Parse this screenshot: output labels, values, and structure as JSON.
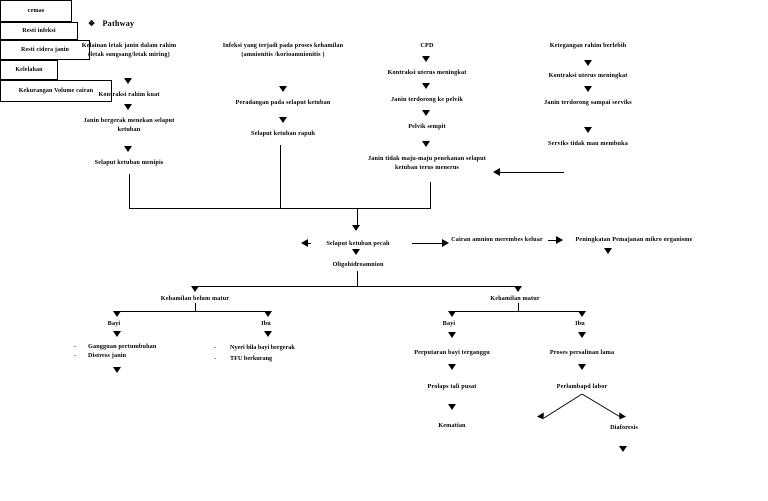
{
  "page": {
    "title": "Pathway",
    "bullet_glyph": "❖"
  },
  "columns": {
    "col1": {
      "n1": "Kelainan letak janin dalam rahim\n(letak sungsang/letak miring)",
      "n2": "Kontraksi rahim kuat",
      "n3": "Janin bergerak menekan selaput ketuban",
      "n4": "Selaput ketuban menipis"
    },
    "col2": {
      "n1": "Infeksi yang terjadi pada proses kehamilan\n(amnionitis /korioamnionitis )",
      "n2": "Peradangan pada selaput ketuban",
      "n3": "Selaput ketuban rapuh"
    },
    "col3": {
      "n1": "CPD",
      "n2": "Kontraksi uterus meningkat",
      "n3": "Janin terdorong ke pelvik",
      "n4": "Pelvik sempit",
      "n5": "Janin tidak maju-maju penekanan selaput ketuban terus menerus"
    },
    "col4": {
      "n1": "Ketegangan rahim berlebih",
      "n2": "Kontraksi uterus meningkat",
      "n3": "Janin terdorong sampai serviks",
      "n4": "Serviks tidak mau membuka"
    }
  },
  "middle": {
    "cemas": "cemas",
    "ketuban_pecah": "Selaput ketuban pecah",
    "oligohidroamnion": "Oligohidroamnion",
    "cairan_merembes": "Cairan amnion merembes keluar",
    "pemajanan": "Peningkatan Pemajanan mikro organisme",
    "resti_infeksi": "Resti infeksi"
  },
  "branches": {
    "belum_matur": "Kehamilan belum matur",
    "matur": "Kehamilan matur",
    "bayi_left": "Bayi",
    "ibu_left": "Ibu",
    "bayi_right": "Bayi",
    "ibu_right": "Ibu"
  },
  "left_branch": {
    "bayi_effect_line1": "Gangguan pertumbuhan",
    "bayi_effect_line2": "Distress janin",
    "resti_cidera": "Resti cidera janin",
    "ibu_items": [
      "Nyeri bila bayi bergerak",
      "TFU berkurang"
    ],
    "dash": "-"
  },
  "right_branch": {
    "bayi_effect": "Perputaran bayi terganggu",
    "prolaps": "Prolaps tali pusat",
    "kematian": "Kematian",
    "ibu_effect": "Proses persalinan lama",
    "perlambapd": "Perlambapd labor",
    "kelelahan": "Kelelahan",
    "diaforesis": "Diaforesis",
    "kekurangan_volume": "Kekurangan Volume cairan"
  }
}
